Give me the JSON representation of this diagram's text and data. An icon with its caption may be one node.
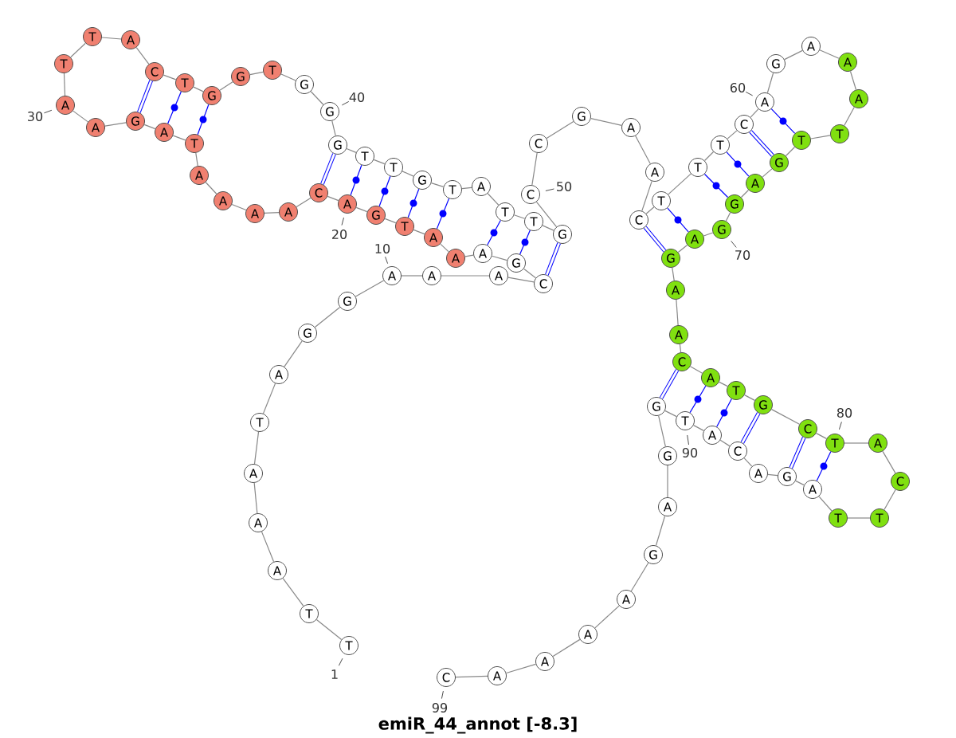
{
  "diagram": {
    "caption": "emiR_44_annot [-8.3]",
    "labels": [
      "90"
    ],
    "nodes": [
      {
        "text": [
          "T"
        ],
        "beside": [
          "1"
        ]
      },
      {
        "text": [
          "T"
        ]
      },
      {
        "text": [
          "A"
        ]
      },
      {
        "text": [
          "A"
        ]
      },
      {
        "text": [
          "A"
        ]
      },
      {
        "text": [
          "T"
        ]
      },
      {
        "text": [
          "A"
        ]
      },
      {
        "text": [
          "G"
        ]
      },
      {
        "text": [
          "G"
        ]
      },
      {
        "text": [
          "A"
        ],
        "beside": [
          "10"
        ]
      },
      {
        "text": [
          "A"
        ]
      },
      {
        "text": [
          "A"
        ]
      },
      {
        "text": [
          "C"
        ]
      },
      {
        "text": [
          "G"
        ]
      },
      {
        "text": [
          "A"
        ]
      },
      {
        "text": [
          "A"
        ]
      },
      {
        "text": [
          "A"
        ]
      },
      {
        "text": [
          "T"
        ]
      },
      {
        "text": [
          "G"
        ]
      },
      {
        "text": [
          "A"
        ],
        "beside": [
          "20"
        ]
      },
      {
        "text": [
          "C"
        ]
      },
      {
        "text": [
          "A"
        ]
      },
      {
        "text": [
          "A"
        ]
      },
      {
        "text": [
          "A"
        ]
      },
      {
        "text": [
          "A"
        ]
      },
      {
        "text": [
          "T"
        ]
      },
      {
        "text": [
          "A"
        ]
      },
      {
        "text": [
          "G"
        ]
      },
      {
        "text": [
          "A"
        ]
      },
      {
        "text": [
          "A"
        ],
        "beside": [
          "30"
        ]
      },
      {
        "text": [
          "T"
        ]
      },
      {
        "text": [
          "T"
        ]
      },
      {
        "text": [
          "A"
        ]
      },
      {
        "text": [
          "C"
        ]
      },
      {
        "text": [
          "T"
        ]
      },
      {
        "text": [
          "G"
        ]
      },
      {
        "text": [
          "G"
        ]
      },
      {
        "text": [
          "T"
        ]
      },
      {
        "text": [
          "G"
        ]
      },
      {
        "text": [
          "G"
        ],
        "beside": [
          "40"
        ]
      },
      {
        "text": [
          "G"
        ]
      },
      {
        "text": [
          "T"
        ]
      },
      {
        "text": [
          "T"
        ]
      },
      {
        "text": [
          "G"
        ]
      },
      {
        "text": [
          "T"
        ]
      },
      {
        "text": [
          "A"
        ]
      },
      {
        "text": [
          "T"
        ]
      },
      {
        "text": [
          "T"
        ]
      },
      {
        "text": [
          "G"
        ]
      },
      {
        "text": [
          "C"
        ],
        "beside": [
          "50"
        ]
      },
      {
        "text": [
          "C"
        ]
      },
      {
        "text": [
          "G"
        ]
      },
      {
        "text": [
          "A"
        ]
      },
      {
        "text": [
          "A"
        ]
      },
      {
        "text": [
          "C"
        ]
      },
      {
        "text": [
          "T"
        ]
      },
      {
        "text": [
          "T"
        ]
      },
      {
        "text": [
          "T"
        ]
      },
      {
        "text": [
          "C"
        ]
      },
      {
        "text": [
          "A"
        ],
        "beside": [
          "60"
        ]
      },
      {
        "text": [
          "G"
        ]
      },
      {
        "text": [
          "A"
        ]
      },
      {
        "text": [
          "A"
        ]
      },
      {
        "text": [
          "A"
        ]
      },
      {
        "text": [
          "T"
        ]
      },
      {
        "text": [
          "T"
        ]
      },
      {
        "text": [
          "G"
        ]
      },
      {
        "text": [
          "A"
        ]
      },
      {
        "text": [
          "G"
        ]
      },
      {
        "text": [
          "G"
        ],
        "beside": [
          "70"
        ]
      },
      {
        "text": [
          "A"
        ]
      },
      {
        "text": [
          "G"
        ]
      },
      {
        "text": [
          "A"
        ]
      },
      {
        "text": [
          "A"
        ]
      },
      {
        "text": [
          "C"
        ]
      },
      {
        "text": [
          "A"
        ]
      },
      {
        "text": [
          "T"
        ]
      },
      {
        "text": [
          "G"
        ]
      },
      {
        "text": [
          "C"
        ]
      },
      {
        "text": [
          "T"
        ],
        "beside": [
          "80"
        ]
      },
      {
        "text": [
          "A"
        ]
      },
      {
        "text": [
          "C"
        ]
      },
      {
        "text": [
          "T"
        ]
      },
      {
        "text": [
          "T"
        ]
      },
      {
        "text": [
          "A"
        ]
      },
      {
        "text": [
          "G"
        ]
      },
      {
        "text": [
          "A"
        ]
      },
      {
        "text": [
          "C"
        ]
      },
      {
        "text": [
          "A"
        ]
      },
      {
        "text": [
          "T"
        ]
      },
      {
        "text": [
          "G"
        ]
      },
      {
        "text": [
          "G"
        ]
      },
      {
        "text": [
          "A"
        ]
      },
      {
        "text": [
          "G"
        ]
      },
      {
        "text": [
          "A"
        ]
      },
      {
        "text": [
          "A"
        ]
      },
      {
        "text": [
          "A"
        ]
      },
      {
        "text": [
          "A"
        ]
      },
      {
        "text": [
          "C"
        ],
        "beside": [
          "99"
        ]
      }
    ],
    "edges": [
      {
        "from": 0,
        "to": 1,
        "arrow": "none"
      },
      {
        "from": 1,
        "to": 2,
        "arrow": "none"
      },
      {
        "from": 2,
        "to": 3,
        "arrow": "none"
      },
      {
        "from": 3,
        "to": 4,
        "arrow": "none"
      },
      {
        "from": 4,
        "to": 5,
        "arrow": "none"
      },
      {
        "from": 5,
        "to": 6,
        "arrow": "none"
      },
      {
        "from": 6,
        "to": 7,
        "arrow": "none"
      },
      {
        "from": 7,
        "to": 8,
        "arrow": "none"
      },
      {
        "from": 8,
        "to": 9,
        "arrow": "none"
      },
      {
        "from": 9,
        "to": 10,
        "arrow": "none"
      },
      {
        "from": 10,
        "to": 11,
        "arrow": "none"
      },
      {
        "from": 11,
        "to": 12,
        "arrow": "none"
      },
      {
        "from": 12,
        "to": 13,
        "arrow": "none"
      },
      {
        "from": 13,
        "to": 14,
        "arrow": "none"
      },
      {
        "from": 14,
        "to": 15,
        "arrow": "none"
      },
      {
        "from": 15,
        "to": 16,
        "arrow": "none"
      },
      {
        "from": 16,
        "to": 17,
        "arrow": "none"
      },
      {
        "from": 17,
        "to": 18,
        "arrow": "none"
      },
      {
        "from": 18,
        "to": 19,
        "arrow": "none"
      },
      {
        "from": 19,
        "to": 20,
        "arrow": "none"
      },
      {
        "from": 20,
        "to": 21,
        "arrow": "none"
      },
      {
        "from": 21,
        "to": 22,
        "arrow": "none"
      },
      {
        "from": 22,
        "to": 23,
        "arrow": "none"
      },
      {
        "from": 23,
        "to": 24,
        "arrow": "none"
      },
      {
        "from": 24,
        "to": 25,
        "arrow": "none"
      },
      {
        "from": 25,
        "to": 26,
        "arrow": "none"
      },
      {
        "from": 26,
        "to": 27,
        "arrow": "none"
      },
      {
        "from": 27,
        "to": 28,
        "arrow": "none"
      },
      {
        "from": 28,
        "to": 29,
        "arrow": "none"
      },
      {
        "from": 29,
        "to": 30,
        "arrow": "none"
      },
      {
        "from": 30,
        "to": 31,
        "arrow": "none"
      },
      {
        "from": 31,
        "to": 32,
        "arrow": "none"
      },
      {
        "from": 32,
        "to": 33,
        "arrow": "none"
      },
      {
        "from": 33,
        "to": 34,
        "arrow": "none"
      },
      {
        "from": 34,
        "to": 35,
        "arrow": "none"
      },
      {
        "from": 35,
        "to": 36,
        "arrow": "none"
      },
      {
        "from": 36,
        "to": 37,
        "arrow": "none"
      },
      {
        "from": 37,
        "to": 38,
        "arrow": "none"
      },
      {
        "from": 38,
        "to": 39,
        "arrow": "none"
      },
      {
        "from": 39,
        "to": 40,
        "arrow": "none"
      },
      {
        "from": 40,
        "to": 41,
        "arrow": "none"
      },
      {
        "from": 41,
        "to": 42,
        "arrow": "none"
      },
      {
        "from": 42,
        "to": 43,
        "arrow": "none"
      },
      {
        "from": 43,
        "to": 44,
        "arrow": "none"
      },
      {
        "from": 44,
        "to": 45,
        "arrow": "none"
      },
      {
        "from": 45,
        "to": 46,
        "arrow": "none"
      },
      {
        "from": 46,
        "to": 47,
        "arrow": "none"
      },
      {
        "from": 47,
        "to": 48,
        "arrow": "none"
      },
      {
        "from": 48,
        "to": 49,
        "arrow": "none"
      },
      {
        "from": 49,
        "to": 50,
        "arrow": "none"
      },
      {
        "from": 50,
        "to": 51,
        "arrow": "none"
      },
      {
        "from": 51,
        "to": 52,
        "arrow": "none"
      },
      {
        "from": 52,
        "to": 53,
        "arrow": "none"
      },
      {
        "from": 53,
        "to": 54,
        "arrow": "none"
      },
      {
        "from": 54,
        "to": 55,
        "arrow": "none"
      },
      {
        "from": 55,
        "to": 56,
        "arrow": "none"
      },
      {
        "from": 56,
        "to": 57,
        "arrow": "none"
      },
      {
        "from": 57,
        "to": 58,
        "arrow": "none"
      },
      {
        "from": 58,
        "to": 59,
        "arrow": "none"
      },
      {
        "from": 59,
        "to": 60,
        "arrow": "none"
      },
      {
        "from": 60,
        "to": 61,
        "arrow": "none"
      },
      {
        "from": 61,
        "to": 62,
        "arrow": "none"
      },
      {
        "from": 62,
        "to": 63,
        "arrow": "none"
      },
      {
        "from": 63,
        "to": 64,
        "arrow": "none"
      },
      {
        "from": 64,
        "to": 65,
        "arrow": "none"
      },
      {
        "from": 65,
        "to": 66,
        "arrow": "none"
      },
      {
        "from": 66,
        "to": 67,
        "arrow": "none"
      },
      {
        "from": 67,
        "to": 68,
        "arrow": "none"
      },
      {
        "from": 68,
        "to": 69,
        "arrow": "none"
      },
      {
        "from": 69,
        "to": 70,
        "arrow": "none"
      },
      {
        "from": 70,
        "to": 71,
        "arrow": "none"
      },
      {
        "from": 71,
        "to": 72,
        "arrow": "none"
      },
      {
        "from": 72,
        "to": 73,
        "arrow": "none"
      },
      {
        "from": 73,
        "to": 74,
        "arrow": "none"
      },
      {
        "from": 74,
        "to": 75,
        "arrow": "none"
      },
      {
        "from": 75,
        "to": 76,
        "arrow": "none"
      },
      {
        "from": 76,
        "to": 77,
        "arrow": "none"
      },
      {
        "from": 77,
        "to": 78,
        "arrow": "none"
      },
      {
        "from": 78,
        "to": 79,
        "arrow": "none"
      },
      {
        "from": 79,
        "to": 80,
        "arrow": "none"
      },
      {
        "from": 80,
        "to": 81,
        "arrow": "none"
      },
      {
        "from": 81,
        "to": 82,
        "arrow": "none"
      },
      {
        "from": 82,
        "to": 83,
        "arrow": "none"
      },
      {
        "from": 83,
        "to": 84,
        "arrow": "none"
      },
      {
        "from": 84,
        "to": 85,
        "arrow": "none"
      },
      {
        "from": 85,
        "to": 86,
        "arrow": "none"
      },
      {
        "from": 86,
        "to": 87,
        "arrow": "none"
      },
      {
        "from": 87,
        "to": 88,
        "arrow": "none"
      },
      {
        "from": 88,
        "to": 89,
        "arrow": "none"
      },
      {
        "from": 89,
        "to": 90,
        "arrow": "none"
      },
      {
        "from": 90,
        "to": 91,
        "arrow": "none"
      },
      {
        "from": 91,
        "to": 92,
        "arrow": "none"
      },
      {
        "from": 92,
        "to": 93,
        "arrow": "none"
      },
      {
        "from": 93,
        "to": 94,
        "arrow": "none"
      },
      {
        "from": 94,
        "to": 95,
        "arrow": "none"
      },
      {
        "from": 95,
        "to": 96,
        "arrow": "none"
      },
      {
        "from": 96,
        "to": 97,
        "arrow": "none"
      },
      {
        "from": 97,
        "to": 98,
        "arrow": "none"
      },
      {
        "from": 20,
        "to": 40,
        "arrow": "none",
        "style": "thick",
        "color": "#0000ff"
      },
      {
        "from": 19,
        "to": 41,
        "arrow": "none",
        "color": "#0000ff"
      },
      {
        "from": 18,
        "to": 42,
        "arrow": "none",
        "color": "#0000ff"
      },
      {
        "from": 17,
        "to": 43,
        "arrow": "none",
        "color": "#0000ff"
      },
      {
        "from": 16,
        "to": 44,
        "arrow": "none",
        "color": "#0000ff"
      },
      {
        "from": 12,
        "to": 48,
        "arrow": "none",
        "style": "thick",
        "color": "#0000ff"
      },
      {
        "from": 13,
        "to": 47,
        "arrow": "none",
        "color": "#0000ff"
      },
      {
        "from": 14,
        "to": 46,
        "arrow": "none",
        "color": "#0000ff"
      },
      {
        "from": 27,
        "to": 33,
        "arrow": "none",
        "style": "thick",
        "color": "#0000ff"
      },
      {
        "from": 26,
        "to": 34,
        "arrow": "none",
        "color": "#0000ff"
      },
      {
        "from": 25,
        "to": 35,
        "arrow": "none",
        "color": "#0000ff"
      },
      {
        "from": 54,
        "to": 71,
        "arrow": "none",
        "style": "thick",
        "color": "#0000ff"
      },
      {
        "from": 55,
        "to": 70,
        "arrow": "none",
        "color": "#0000ff"
      },
      {
        "from": 56,
        "to": 68,
        "arrow": "none",
        "color": "#0000ff"
      },
      {
        "from": 57,
        "to": 67,
        "arrow": "none",
        "color": "#0000ff"
      },
      {
        "from": 58,
        "to": 66,
        "arrow": "none",
        "style": "thick",
        "color": "#0000ff"
      },
      {
        "from": 59,
        "to": 65,
        "arrow": "none",
        "color": "#0000ff"
      },
      {
        "from": 74,
        "to": 90,
        "arrow": "none",
        "style": "thick",
        "color": "#0000ff"
      },
      {
        "from": 75,
        "to": 89,
        "arrow": "none",
        "color": "#0000ff"
      },
      {
        "from": 76,
        "to": 88,
        "arrow": "none",
        "color": "#0000ff"
      },
      {
        "from": 77,
        "to": 87,
        "arrow": "none",
        "style": "thick",
        "color": "#0000ff"
      },
      {
        "from": 78,
        "to": 85,
        "arrow": "none",
        "style": "thick",
        "color": "#0000ff"
      },
      {
        "from": 79,
        "to": 84,
        "arrow": "none",
        "color": "#0000ff"
      }
    ]
  }
}
